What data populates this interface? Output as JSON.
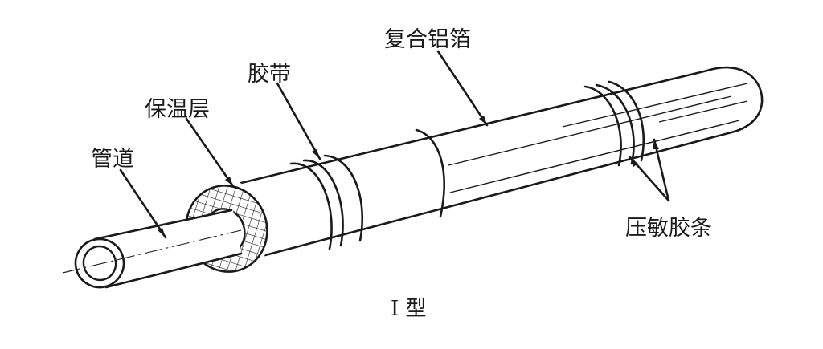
{
  "labels": {
    "pipe": "管道",
    "insulation": "保温层",
    "tape": "胶带",
    "foil": "复合铝箔",
    "pressure_strip": "压敏胶条",
    "caption": "I 型"
  }
}
